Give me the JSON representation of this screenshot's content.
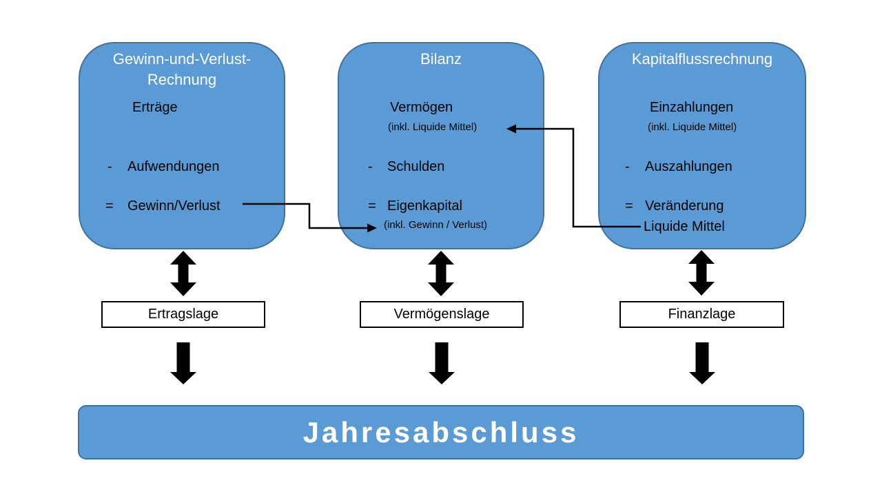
{
  "diagram": {
    "colors": {
      "panel_fill": "#5b9bd5",
      "panel_border": "#41719c",
      "arrow_color": "#000000",
      "label_box_border": "#000000",
      "title_text": "#ffffff",
      "body_text": "#000000"
    },
    "panels": [
      {
        "title_lines": [
          "Gewinn-und-Verlust-",
          "Rechnung"
        ],
        "rows": {
          "r1_label": "Erträge",
          "r2_op": "-",
          "r2_label": "Aufwendungen",
          "r3_op": "=",
          "r3_label": "Gewinn/Verlust"
        },
        "situation": "Ertragslage"
      },
      {
        "title_lines": [
          "Bilanz"
        ],
        "rows": {
          "r1_label": "Vermögen",
          "r1_note": "(inkl. Liquide Mittel)",
          "r2_op": "-",
          "r2_label": "Schulden",
          "r3_op": "=",
          "r3_label": "Eigenkapital",
          "r3_note": "(inkl. Gewinn / Verlust)"
        },
        "situation": "Vermögenslage"
      },
      {
        "title_lines": [
          "Kapitalflussrechnung"
        ],
        "rows": {
          "r1_label": "Einzahlungen",
          "r1_note": "(inkl. Liquide Mittel)",
          "r2_op": "-",
          "r2_label": "Auszahlungen",
          "r3_op": "=",
          "r3_label": "Veränderung",
          "r3_label2": "Liquide Mittel"
        },
        "situation": "Finanzlage"
      }
    ],
    "footer_label": "Jahresabschluss"
  }
}
